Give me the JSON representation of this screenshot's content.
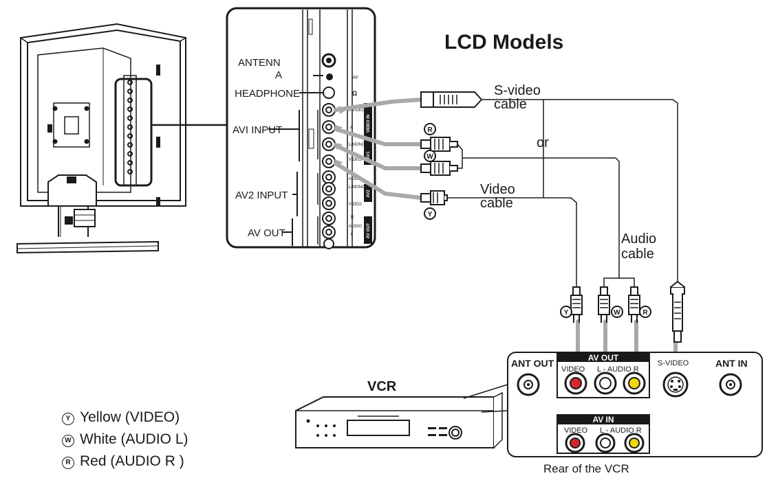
{
  "title": "LCD Models",
  "jack_labels": {
    "antenna": "ANTENN\nA",
    "headphone": "HEADPHONE",
    "av1_input": "AVI INPUT",
    "av2_input": "AV2 INPUT",
    "av_out": "AV OUT"
  },
  "panel_small_labels": {
    "rf": "RF",
    "headphone_sym": "Ω",
    "s_video": "S-VIDEO",
    "video_in": "VIDEO IN",
    "r": "R",
    "l_mono": "L/MONO",
    "av1": "AV1",
    "video": "VIDEO",
    "audio": "AUDIO",
    "l_mono2": "L/MONO",
    "av2": "AV2",
    "video2": "VIDEO",
    "r2": "R",
    "audio2": "AUDIO",
    "l": "L",
    "av_out": "AV OUT"
  },
  "cables": {
    "s_video": "S-video\ncable",
    "or": "or",
    "video": "Video\ncable",
    "audio": "Audio\ncable"
  },
  "plug_markers": {
    "red": "R",
    "white": "W",
    "yellow": "Y"
  },
  "vcr_label": "VCR",
  "vcr_rear": {
    "ant_out": "ANT OUT",
    "ant_in": "ANT IN",
    "av_out": "AV OUT",
    "av_out_video": "VIDEO",
    "av_out_audio": "L - AUDIO R",
    "s_video": "S-VIDEO",
    "av_in": "AV IN",
    "av_in_video": "VIDEO",
    "av_in_audio": "L - AUDIO R",
    "caption": "Rear of the VCR"
  },
  "legend": [
    {
      "symbol": "Y",
      "text": "Yellow (VIDEO)"
    },
    {
      "symbol": "W",
      "text": "White (AUDIO L)"
    },
    {
      "symbol": "R",
      "text": "Red (AUDIO R )"
    }
  ],
  "colors": {
    "line": "#1a1a1a",
    "cable": "#a9a9a9",
    "red_jack": "#d8262c",
    "yellow_jack": "#f2d70a",
    "white_jack": "#ffffff"
  }
}
